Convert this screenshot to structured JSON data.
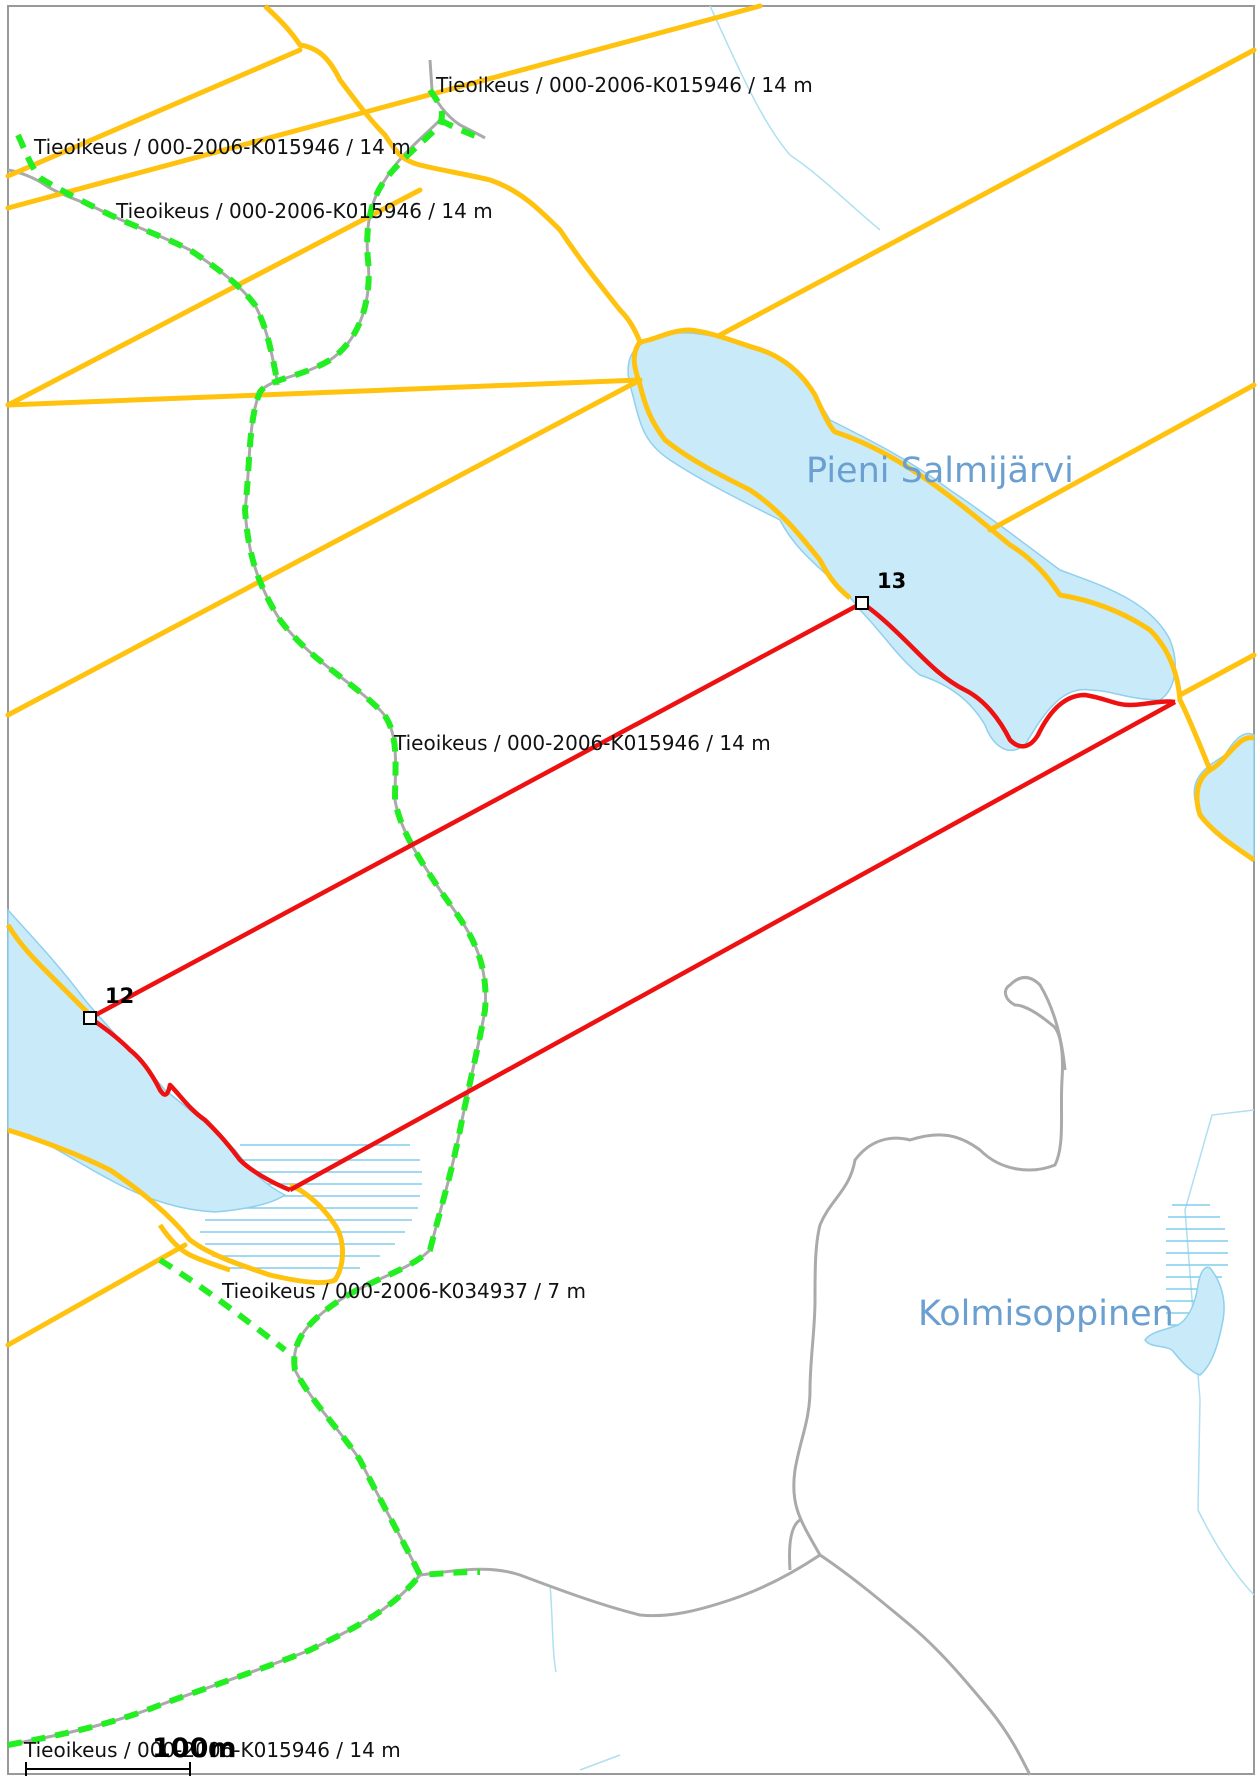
{
  "labels": {
    "easement_1": "Tieoikeus / 000-2006-K015946 / 14 m",
    "easement_2": "Tieoikeus / 000-2006-K015946 / 14 m",
    "easement_3": "Tieoikeus / 000-2006-K015946 / 14 m",
    "easement_4": "Tieoikeus / 000-2006-K015946 / 14 m",
    "easement_5": "Tieoikeus / 000-2006-K034937 / 7 m",
    "easement_6": "Tieoikeus / 000-2006-K015946 / 14 m"
  },
  "lakes": {
    "pieni_salmijarvi": "Pieni Salmijärvi",
    "kolmisoppinen": "Kolmisoppinen"
  },
  "points": {
    "p12": "12",
    "p13": "13"
  },
  "scale": {
    "label": "100m"
  },
  "colors": {
    "water": "#c9ebf9",
    "water_edge": "#8fd0ec",
    "property_line": "#ffc20e",
    "parcel_outline": "#ee1111",
    "easement_dash": "#22ee22",
    "road": "#aaaaaa",
    "stream": "#aee0f2",
    "lake_label": "#6a9fd0"
  }
}
